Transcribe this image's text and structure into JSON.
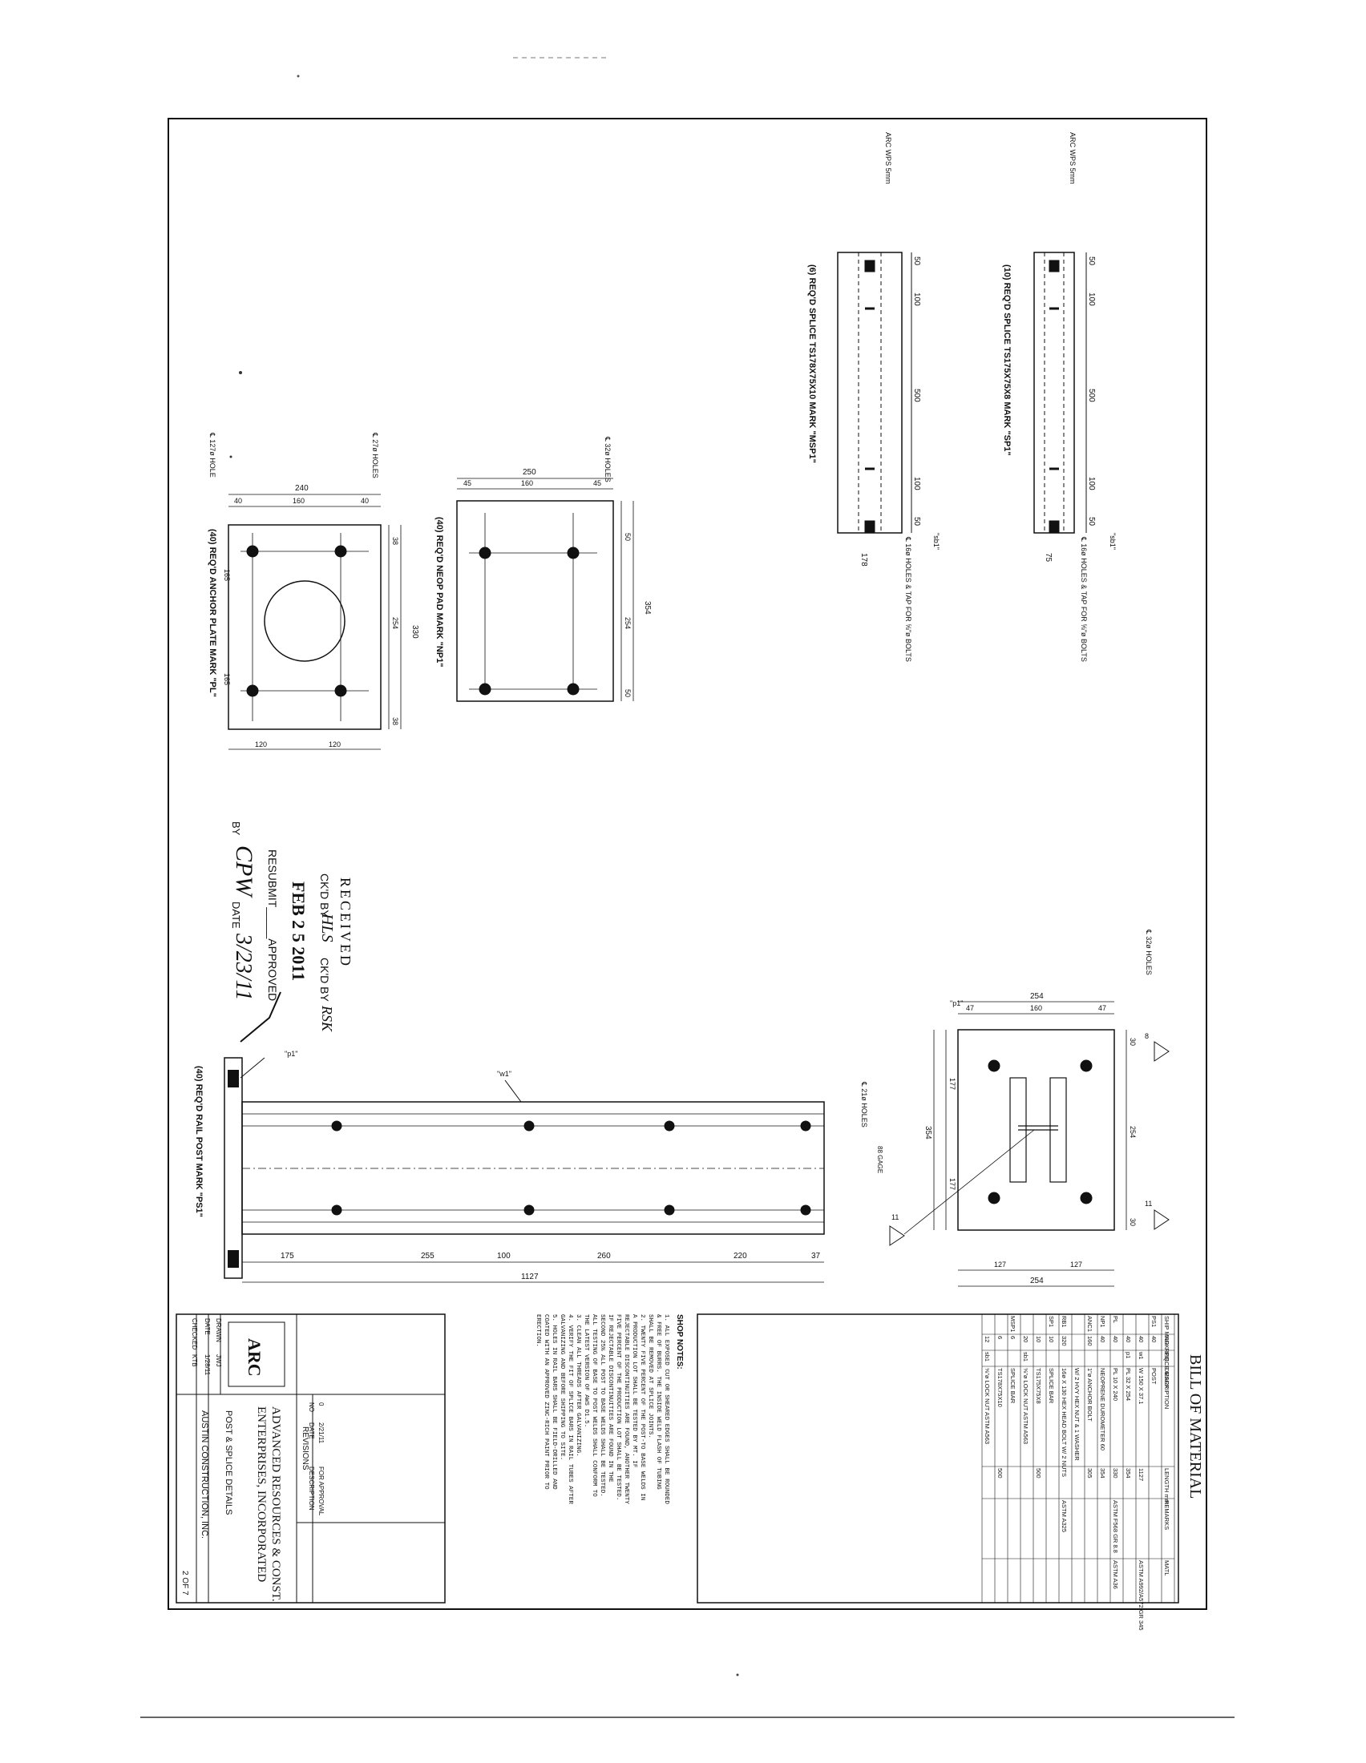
{
  "splices": {
    "ts175": {
      "welds": "ARC WPS 5mm",
      "callout": "\"sb1\"",
      "dims": [
        "50",
        "100",
        "500",
        "100",
        "50",
        "75"
      ],
      "holes_note": "℄ 16ø HOLES & TAP FOR ⅝\"ø BOLTS",
      "caption": "(10) REQ'D SPLICE TS175X75X8 MARK \"SP1\""
    },
    "ts178": {
      "welds": "ARC WPS 5mm",
      "callout": "\"sb1\"",
      "dims": [
        "50",
        "100",
        "500",
        "100",
        "50",
        "178"
      ],
      "holes_note": "℄ 16ø HOLES & TAP FOR ⅝\"ø BOLTS",
      "caption": "(6) REQ'D SPLICE TS178X75X10 MARK \"MSP1\""
    }
  },
  "neoprene_pad": {
    "holes_note": "℄ 32ø HOLES",
    "dims": {
      "width": "250",
      "edge_l": "45",
      "center": "160",
      "edge_r": "45",
      "height": "354",
      "top": "50",
      "mid": "254",
      "bot": "50"
    },
    "caption": "(40) REQ'D NEOP PAD MARK \"NP1\""
  },
  "anchor_plate": {
    "holes_note_a": "℄ 27ø HOLES",
    "holes_note_b": "℄ 127ø HOLE",
    "dims": {
      "width": "240",
      "edge_l": "40",
      "center": "160",
      "edge_r": "40",
      "height": "330",
      "top": "38",
      "mid": "254",
      "bot": "38",
      "r1": "165",
      "r2": "165",
      "b1": "120",
      "b2": "120"
    },
    "caption": "(40) REQ'D ANCHOR PLATE MARK \"PL\""
  },
  "stamp": {
    "received": "RECEIVED",
    "ckd_by_label": "CK'D BY",
    "ckd_by_value": "HLS",
    "ckd_by_label2": "CK'D BY",
    "ckd_by_value2": "RSK",
    "date": "FEB 2 5 2011",
    "resubmit": "RESUBMIT_____APPROVED",
    "by_label": "BY",
    "by_value": "CPW",
    "date_label": "DATE",
    "date_value": "3/23/11"
  },
  "post_elevation": {
    "holes_note": "℄ 21ø HOLES",
    "gage": "88 GAGE",
    "mark_p1": "\"p1\"",
    "mark_w1": "\"w1\"",
    "dims": [
      "175",
      "255",
      "100",
      "260",
      "220",
      "37"
    ],
    "total": "1127",
    "caption": "(40) REQ'D RAIL POST MARK \"PS1\""
  },
  "base_detail": {
    "holes_note": "℄ 32ø HOLES",
    "mark": "\"p1\"",
    "top_dims": [
      "47",
      "160",
      "47"
    ],
    "top_total": "254",
    "side_dims": [
      "177",
      "177"
    ],
    "side_total": "354",
    "right_dims": [
      "30",
      "254",
      "30"
    ],
    "weld_a": "8",
    "weld_b": "11",
    "weld_c": "11",
    "bottom_dims": [
      "127",
      "127"
    ],
    "bottom_total": "254"
  },
  "bom": {
    "title": "BILL OF MATERIAL",
    "headers": [
      "SHIP MARK",
      "NO. REQ.",
      "PIECE MARK",
      "DESCRIPTION",
      "LENGTH mm",
      "REMARKS",
      "MATL"
    ],
    "rows": [
      [
        "PS1",
        "40",
        "",
        "POST",
        "",
        "",
        ""
      ],
      [
        "",
        "40",
        "w1",
        "W 150 X 37.1",
        "1127",
        "",
        "ASTM A992/A572 GR 345"
      ],
      [
        "",
        "40",
        "p1",
        "PL 32 X 254",
        "354",
        "",
        ""
      ],
      [
        "PL",
        "40",
        "",
        "PL 10 X 240",
        "330",
        "ASTM F568 GR 8.8",
        "ASTM A36"
      ],
      [
        "NP1",
        "40",
        "",
        "NEOPRENE DUROMETER 60",
        "354",
        "",
        ""
      ],
      [
        "ANC1",
        "160",
        "",
        "1\"ø ANCHOR BOLT",
        "305",
        "",
        ""
      ],
      [
        "",
        "",
        "",
        "W/ 2 HVY HEX NUT & 1 WASHER",
        "",
        "",
        ""
      ],
      [
        "RB1",
        "320",
        "",
        "16ø X 130 HEX HEAD BOLT W/ 2 NUTS",
        "",
        "ASTM A325",
        ""
      ],
      [
        "SP1",
        "10",
        "",
        "SPLICE BAR",
        "",
        "",
        ""
      ],
      [
        "",
        "10",
        "",
        "TS175X75X8",
        "500",
        "",
        ""
      ],
      [
        "",
        "20",
        "sb1",
        "⅝\"ø LOCK NUT ASTM A563",
        "",
        "",
        ""
      ],
      [
        "MSP1",
        "6",
        "",
        "SPLICE BAR",
        "",
        "",
        ""
      ],
      [
        "",
        "6",
        "",
        "TS178X75X10",
        "500",
        "",
        ""
      ],
      [
        "",
        "12",
        "sb1",
        "⅝\"ø LOCK NUT ASTM A563",
        "",
        "",
        ""
      ]
    ]
  },
  "shop_notes": {
    "title": "SHOP NOTES:",
    "items": [
      "1. ALL EXPOSED CUT OR SHEARED EDGES SHALL BE ROUNDED & FREE OF BURRS. THE INSIDE WELD FLASH OF TUBING SHALL BE REMOVED AT SPLICE JOINTS.",
      "2. TWENTY FIVE PERCENT OF THE POST-TO BASE WELDS IN A PRODUCTION LOT SHALL BE TESTED BY MT. IF REJECTABLE DISCONTINUITIES ARE FOUND, ANOTHER TWENTY FIVE PERCENT OF THE PRODUCTION LOT SHALL BE TESTED. IF REJECTABLE DISCONTINUITIES ARE FOUND IN THE SECOND 25% ALL POST TO BASE WELDS SHALL BE TESTED. ALL TESTING OF BASE TO POST WELDS SHALL CONFORM TO THE LATEST VERSION OF AWS D1.5.",
      "3. CLEAN ALL THREADS AFTER GALVANIZING.",
      "4. VERIFY THE FIT OF SPLICE BARS IN RAIL TUBES AFTER GALVANIZING AND BEFORE SHIPPING TO SITE.",
      "5. HOLES IN RAIL BARS SHALL BE FIELD-DRILLED AND COATED WITH AN APPROVED ZINC-RICH PAINT PRIOR TO ERECTION."
    ]
  },
  "title_block": {
    "company_line1": "ADVANCED RESOURCES & CONST.",
    "company_line2": "ENTERPRISES, INCORPORATED",
    "logo": "ARC",
    "drawing_title": "POST & SPLICE DETAILS",
    "client": "AUSTIN CONSTRUCTION, INC.",
    "sheet": "2 OF 7",
    "revisions_title": "REVISIONS",
    "rev_headers": [
      "NO",
      "DATE",
      "DESCRIPTION"
    ],
    "rev_row": [
      "0",
      "2/21/11",
      "FOR APPROVAL"
    ],
    "drawn_label": "DRAWN",
    "drawn_value": "JWJ",
    "date_label": "DATE",
    "date_value": "1/28/11",
    "checked_label": "CHECKED",
    "checked_value": "KTB"
  }
}
